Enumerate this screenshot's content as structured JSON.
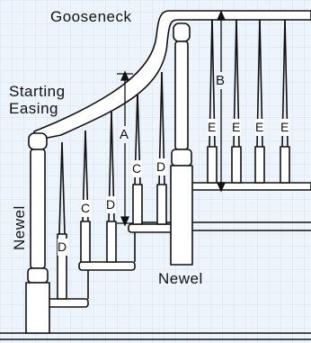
{
  "labels": {
    "gooseneck": "Gooseneck",
    "starting_easing_line1": "Starting",
    "starting_easing_line2": "Easing",
    "newel_left": "Newel",
    "newel_right": "Newel",
    "dim_a": "A",
    "dim_b": "B",
    "baluster_c": "C",
    "baluster_d": "D",
    "baluster_e": "E"
  },
  "colors": {
    "background": "#eef4fb",
    "grid": "#cddff0",
    "line": "#111111"
  }
}
